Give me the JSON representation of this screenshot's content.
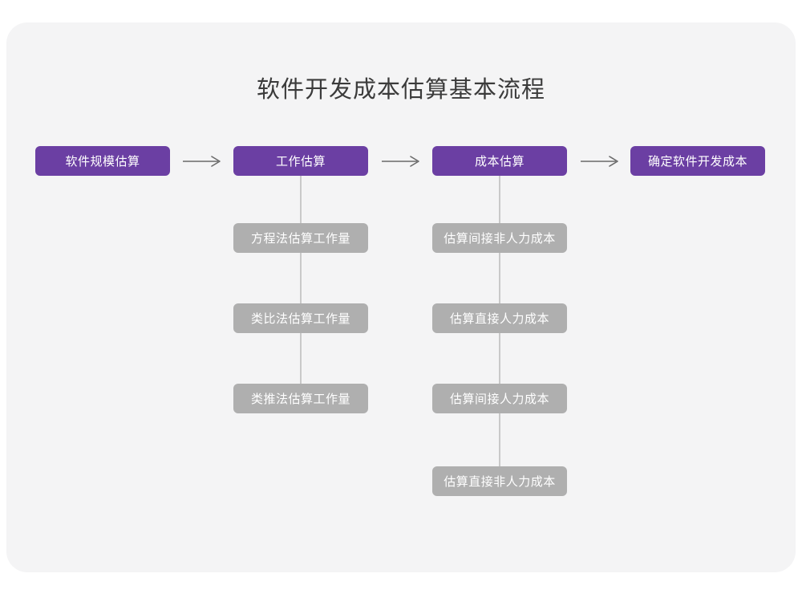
{
  "colors": {
    "page_background": "#ffffff",
    "card_background": "#f4f4f5",
    "primary_node": "#6b3fa3",
    "secondary_node": "#afafaf",
    "connector_line": "#c9c9c9",
    "arrow": "#6a6a6a",
    "title_text": "#3b3b3b",
    "node_text": "#ffffff"
  },
  "chart_data": {
    "type": "diagram",
    "title": "软件开发成本估算基本流程",
    "stages": [
      {
        "id": "stage-1",
        "label": "软件规模估算",
        "level": "primary",
        "substeps": []
      },
      {
        "id": "stage-2",
        "label": "工作估算",
        "level": "primary",
        "substeps": [
          "方程法估算工作量",
          "类比法估算工作量",
          "类推法估算工作量"
        ]
      },
      {
        "id": "stage-3",
        "label": "成本估算",
        "level": "primary",
        "substeps": [
          "估算间接非人力成本",
          "估算直接人力成本",
          "估算间接人力成本",
          "估算直接非人力成本"
        ]
      },
      {
        "id": "stage-4",
        "label": "确定软件开发成本",
        "level": "primary",
        "substeps": []
      }
    ],
    "connectors": [
      {
        "from": "stage-1",
        "to": "stage-2",
        "style": "arrow"
      },
      {
        "from": "stage-2",
        "to": "stage-3",
        "style": "arrow"
      },
      {
        "from": "stage-3",
        "to": "stage-4",
        "style": "arrow"
      }
    ]
  },
  "diagram": {
    "title": "软件开发成本估算基本流程",
    "row1": [
      {
        "label": "软件规模估算"
      },
      {
        "label": "工作估算"
      },
      {
        "label": "成本估算"
      },
      {
        "label": "确定软件开发成本"
      }
    ],
    "column_work": [
      {
        "label": "方程法估算工作量"
      },
      {
        "label": "类比法估算工作量"
      },
      {
        "label": "类推法估算工作量"
      }
    ],
    "column_cost": [
      {
        "label": "估算间接非人力成本"
      },
      {
        "label": "估算直接人力成本"
      },
      {
        "label": "估算间接人力成本"
      },
      {
        "label": "估算直接非人力成本"
      }
    ]
  }
}
